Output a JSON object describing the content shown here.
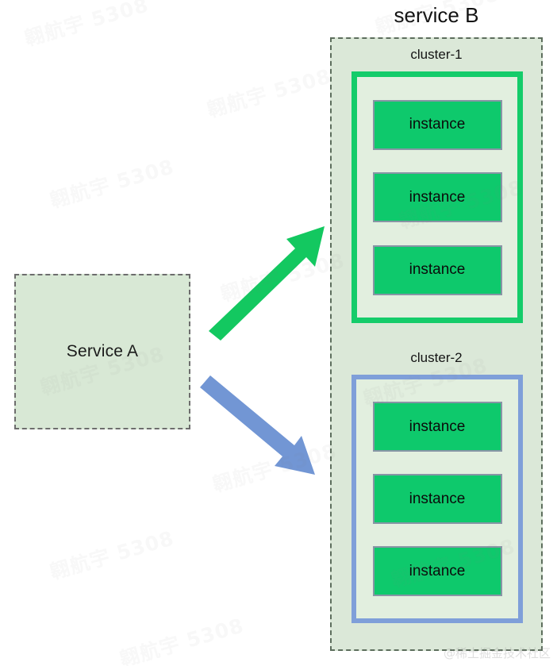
{
  "diagram": {
    "title": "service B",
    "source": {
      "label": "Service A",
      "shape": "dashed-rectangle",
      "fill": "#d8e8d5",
      "border": "#6d6d6d"
    },
    "container": {
      "label": "service B",
      "fill": "#dbe8d8",
      "border": "#5d6e5d"
    },
    "clusters": [
      {
        "label": "cluster-1",
        "accent": "#14cc6a",
        "instances": [
          {
            "label": "instance"
          },
          {
            "label": "instance"
          },
          {
            "label": "instance"
          }
        ]
      },
      {
        "label": "cluster-2",
        "accent": "#7f9fd9",
        "instances": [
          {
            "label": "instance"
          },
          {
            "label": "instance"
          },
          {
            "label": "instance"
          }
        ]
      }
    ],
    "arrows": [
      {
        "name": "arrow-to-cluster-1",
        "color": "#13c860",
        "direction": "up-right"
      },
      {
        "name": "arrow-to-cluster-2",
        "color": "#7296d4",
        "direction": "down-right"
      }
    ],
    "instance_style": {
      "fill": "#0ec96c",
      "border": "#8795a5"
    }
  },
  "watermarks": {
    "tile_text": "翱航宇 5308",
    "corner_text": "@稀土掘金技术社区"
  }
}
